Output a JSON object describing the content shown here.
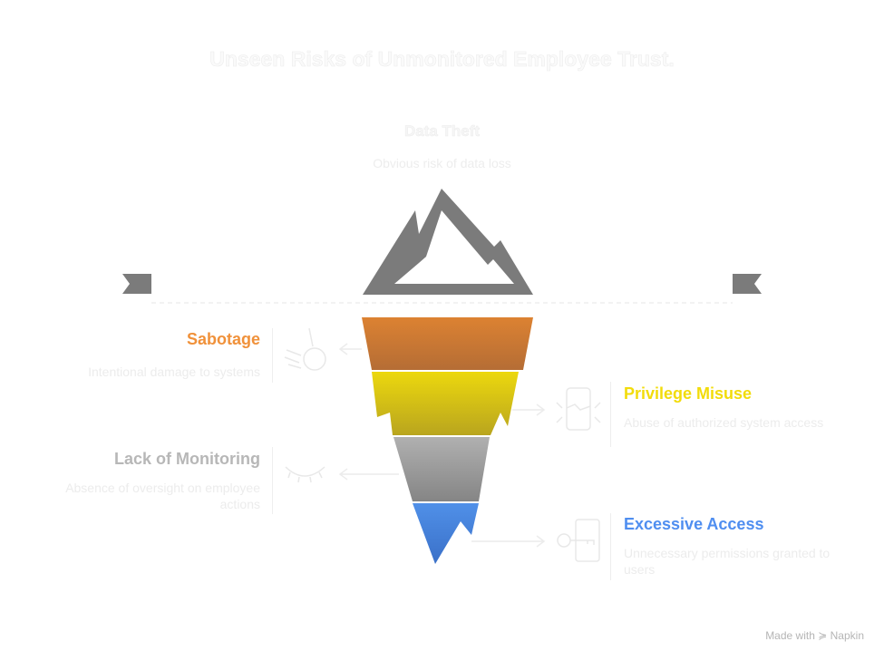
{
  "title": "Unseen Risks of Unmonitored Employee Trust.",
  "top": {
    "heading": "Data Theft",
    "description": "Obvious risk of data loss"
  },
  "items": [
    {
      "heading": "Sabotage",
      "description": "Intentional damage to systems",
      "color": "#f0913a",
      "icon": "wrecking-ball-icon"
    },
    {
      "heading": "Privilege Misuse",
      "description": "Abuse of authorized system access",
      "color": "#f2dc0a",
      "icon": "broken-phone-icon"
    },
    {
      "heading": "Lack of Monitoring",
      "description": "Absence of oversight on employee actions",
      "color": "#b7b7b7",
      "icon": "closed-eye-icon"
    },
    {
      "heading": "Excessive Access",
      "description": "Unnecessary permissions granted to users",
      "color": "#4f8ef0",
      "icon": "key-door-icon"
    }
  ],
  "footer": {
    "made_with": "Made with",
    "brand": "Napkin"
  }
}
